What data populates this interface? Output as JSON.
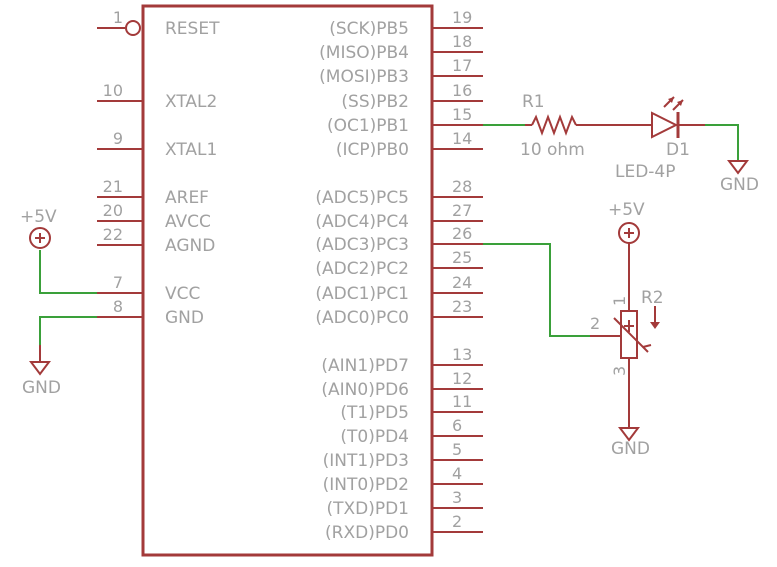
{
  "colors": {
    "part": "#a33a3a",
    "wire": "#3aa03a",
    "text": "#a1a1a1",
    "background": "#ffffff"
  },
  "mcu": {
    "left_pins": [
      {
        "num": "1",
        "name": "RESET"
      },
      {
        "num": "10",
        "name": "XTAL2"
      },
      {
        "num": "9",
        "name": "XTAL1"
      },
      {
        "num": "21",
        "name": "AREF"
      },
      {
        "num": "20",
        "name": "AVCC"
      },
      {
        "num": "22",
        "name": "AGND"
      },
      {
        "num": "7",
        "name": "VCC"
      },
      {
        "num": "8",
        "name": "GND"
      }
    ],
    "right_pins": [
      {
        "num": "19",
        "name": "(SCK)PB5"
      },
      {
        "num": "18",
        "name": "(MISO)PB4"
      },
      {
        "num": "17",
        "name": "(MOSI)PB3"
      },
      {
        "num": "16",
        "name": "(SS)PB2"
      },
      {
        "num": "15",
        "name": "(OC1)PB1"
      },
      {
        "num": "14",
        "name": "(ICP)PB0"
      },
      {
        "num": "28",
        "name": "(ADC5)PC5"
      },
      {
        "num": "27",
        "name": "(ADC4)PC4"
      },
      {
        "num": "26",
        "name": "(ADC3)PC3"
      },
      {
        "num": "25",
        "name": "(ADC2)PC2"
      },
      {
        "num": "24",
        "name": "(ADC1)PC1"
      },
      {
        "num": "23",
        "name": "(ADC0)PC0"
      },
      {
        "num": "13",
        "name": "(AIN1)PD7"
      },
      {
        "num": "12",
        "name": "(AIN0)PD6"
      },
      {
        "num": "11",
        "name": "(T1)PD5"
      },
      {
        "num": "6",
        "name": "(T0)PD4"
      },
      {
        "num": "5",
        "name": "(INT1)PD3"
      },
      {
        "num": "4",
        "name": "(INT0)PD2"
      },
      {
        "num": "3",
        "name": "(TXD)PD1"
      },
      {
        "num": "2",
        "name": "(RXD)PD0"
      }
    ]
  },
  "resistor": {
    "ref": "R1",
    "value": "10 ohm"
  },
  "led": {
    "ref": "D1",
    "value": "LED-4P"
  },
  "pot": {
    "ref": "R2",
    "pin1": "1",
    "pin2": "2",
    "pin3": "3"
  },
  "power": {
    "left_supply": "+5V",
    "right_supply": "+5V",
    "gnd_left": "GND",
    "gnd_led": "GND",
    "gnd_pot": "GND"
  }
}
